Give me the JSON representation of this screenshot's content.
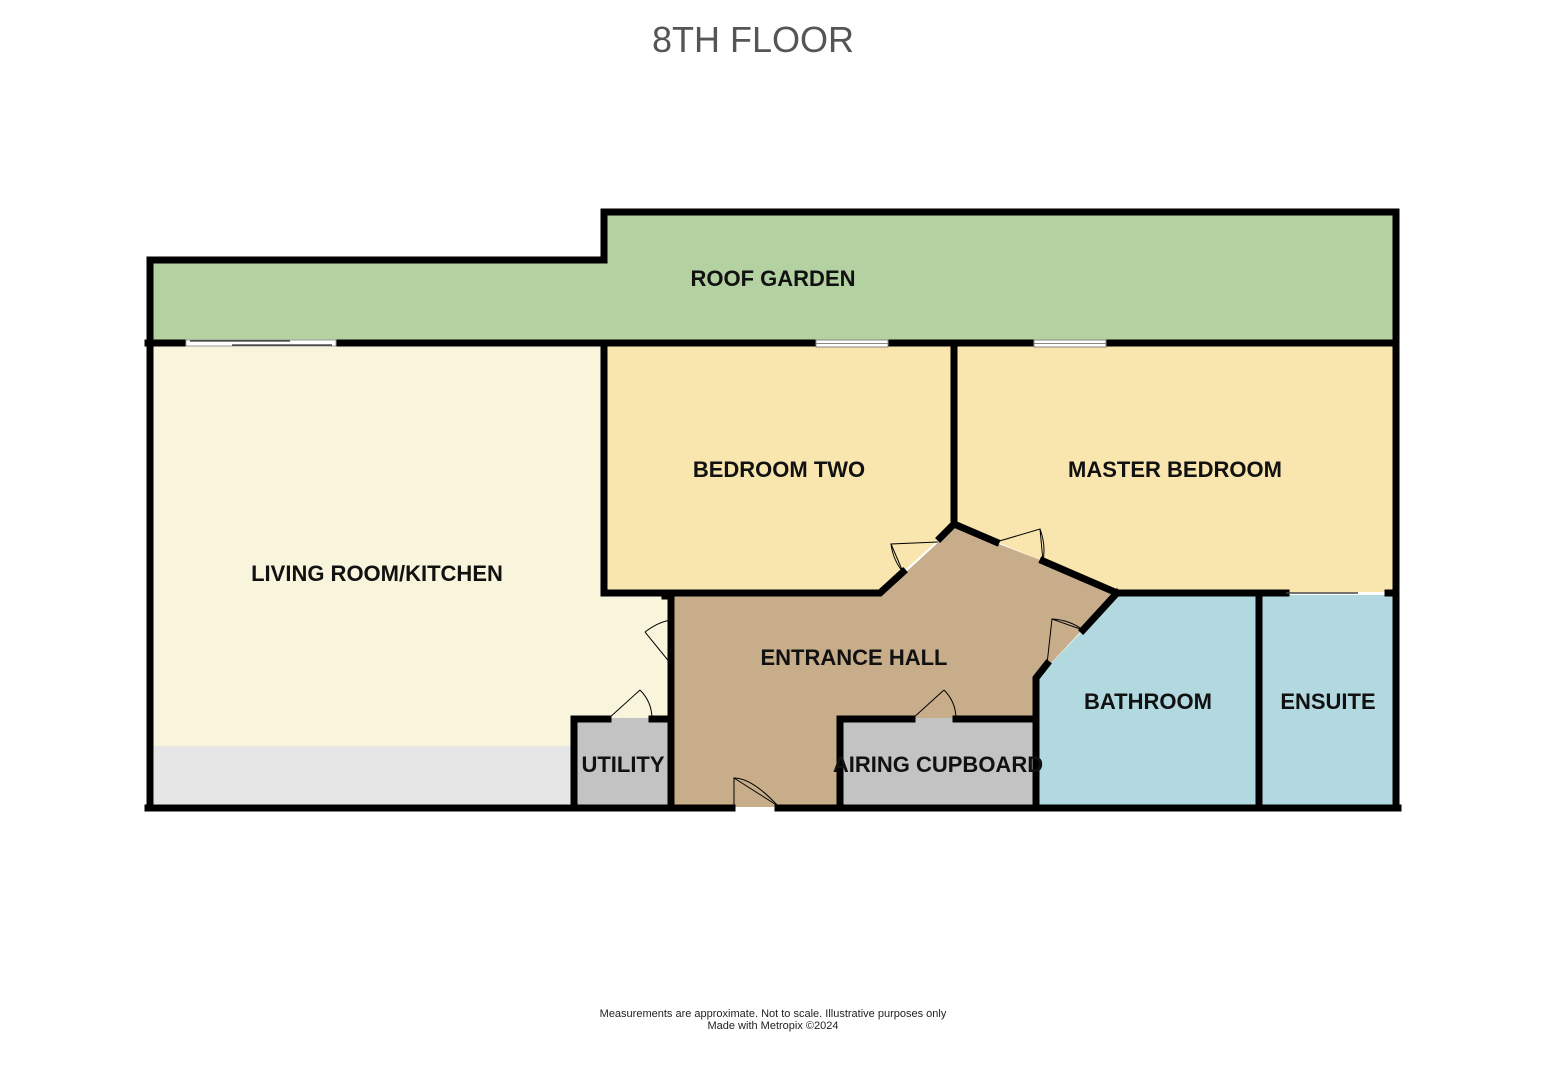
{
  "title": "8TH FLOOR",
  "rooms": {
    "roof_garden": "ROOF GARDEN",
    "living_room_kitchen": "LIVING ROOM/KITCHEN",
    "bedroom_two": "BEDROOM TWO",
    "master_bedroom": "MASTER BEDROOM",
    "entrance_hall": "ENTRANCE HALL",
    "bathroom": "BATHROOM",
    "ensuite": "ENSUITE",
    "utility": "UTILITY",
    "airing_cupboard": "AIRING CUPBOARD"
  },
  "colors": {
    "roof_garden": "#b3d1a1",
    "living_room_kitchen": "#f9f4dc",
    "kitchen_counter": "#e6e6e6",
    "bedrooms": "#f8e6ae",
    "entrance_hall": "#c8ad8b",
    "bathrooms": "#b2d9e0",
    "cupboards": "#c3c3c3"
  },
  "footer": {
    "line1": "Measurements are approximate.  Not to scale.  Illustrative purposes only",
    "line2": "Made with Metropix ©2024"
  }
}
